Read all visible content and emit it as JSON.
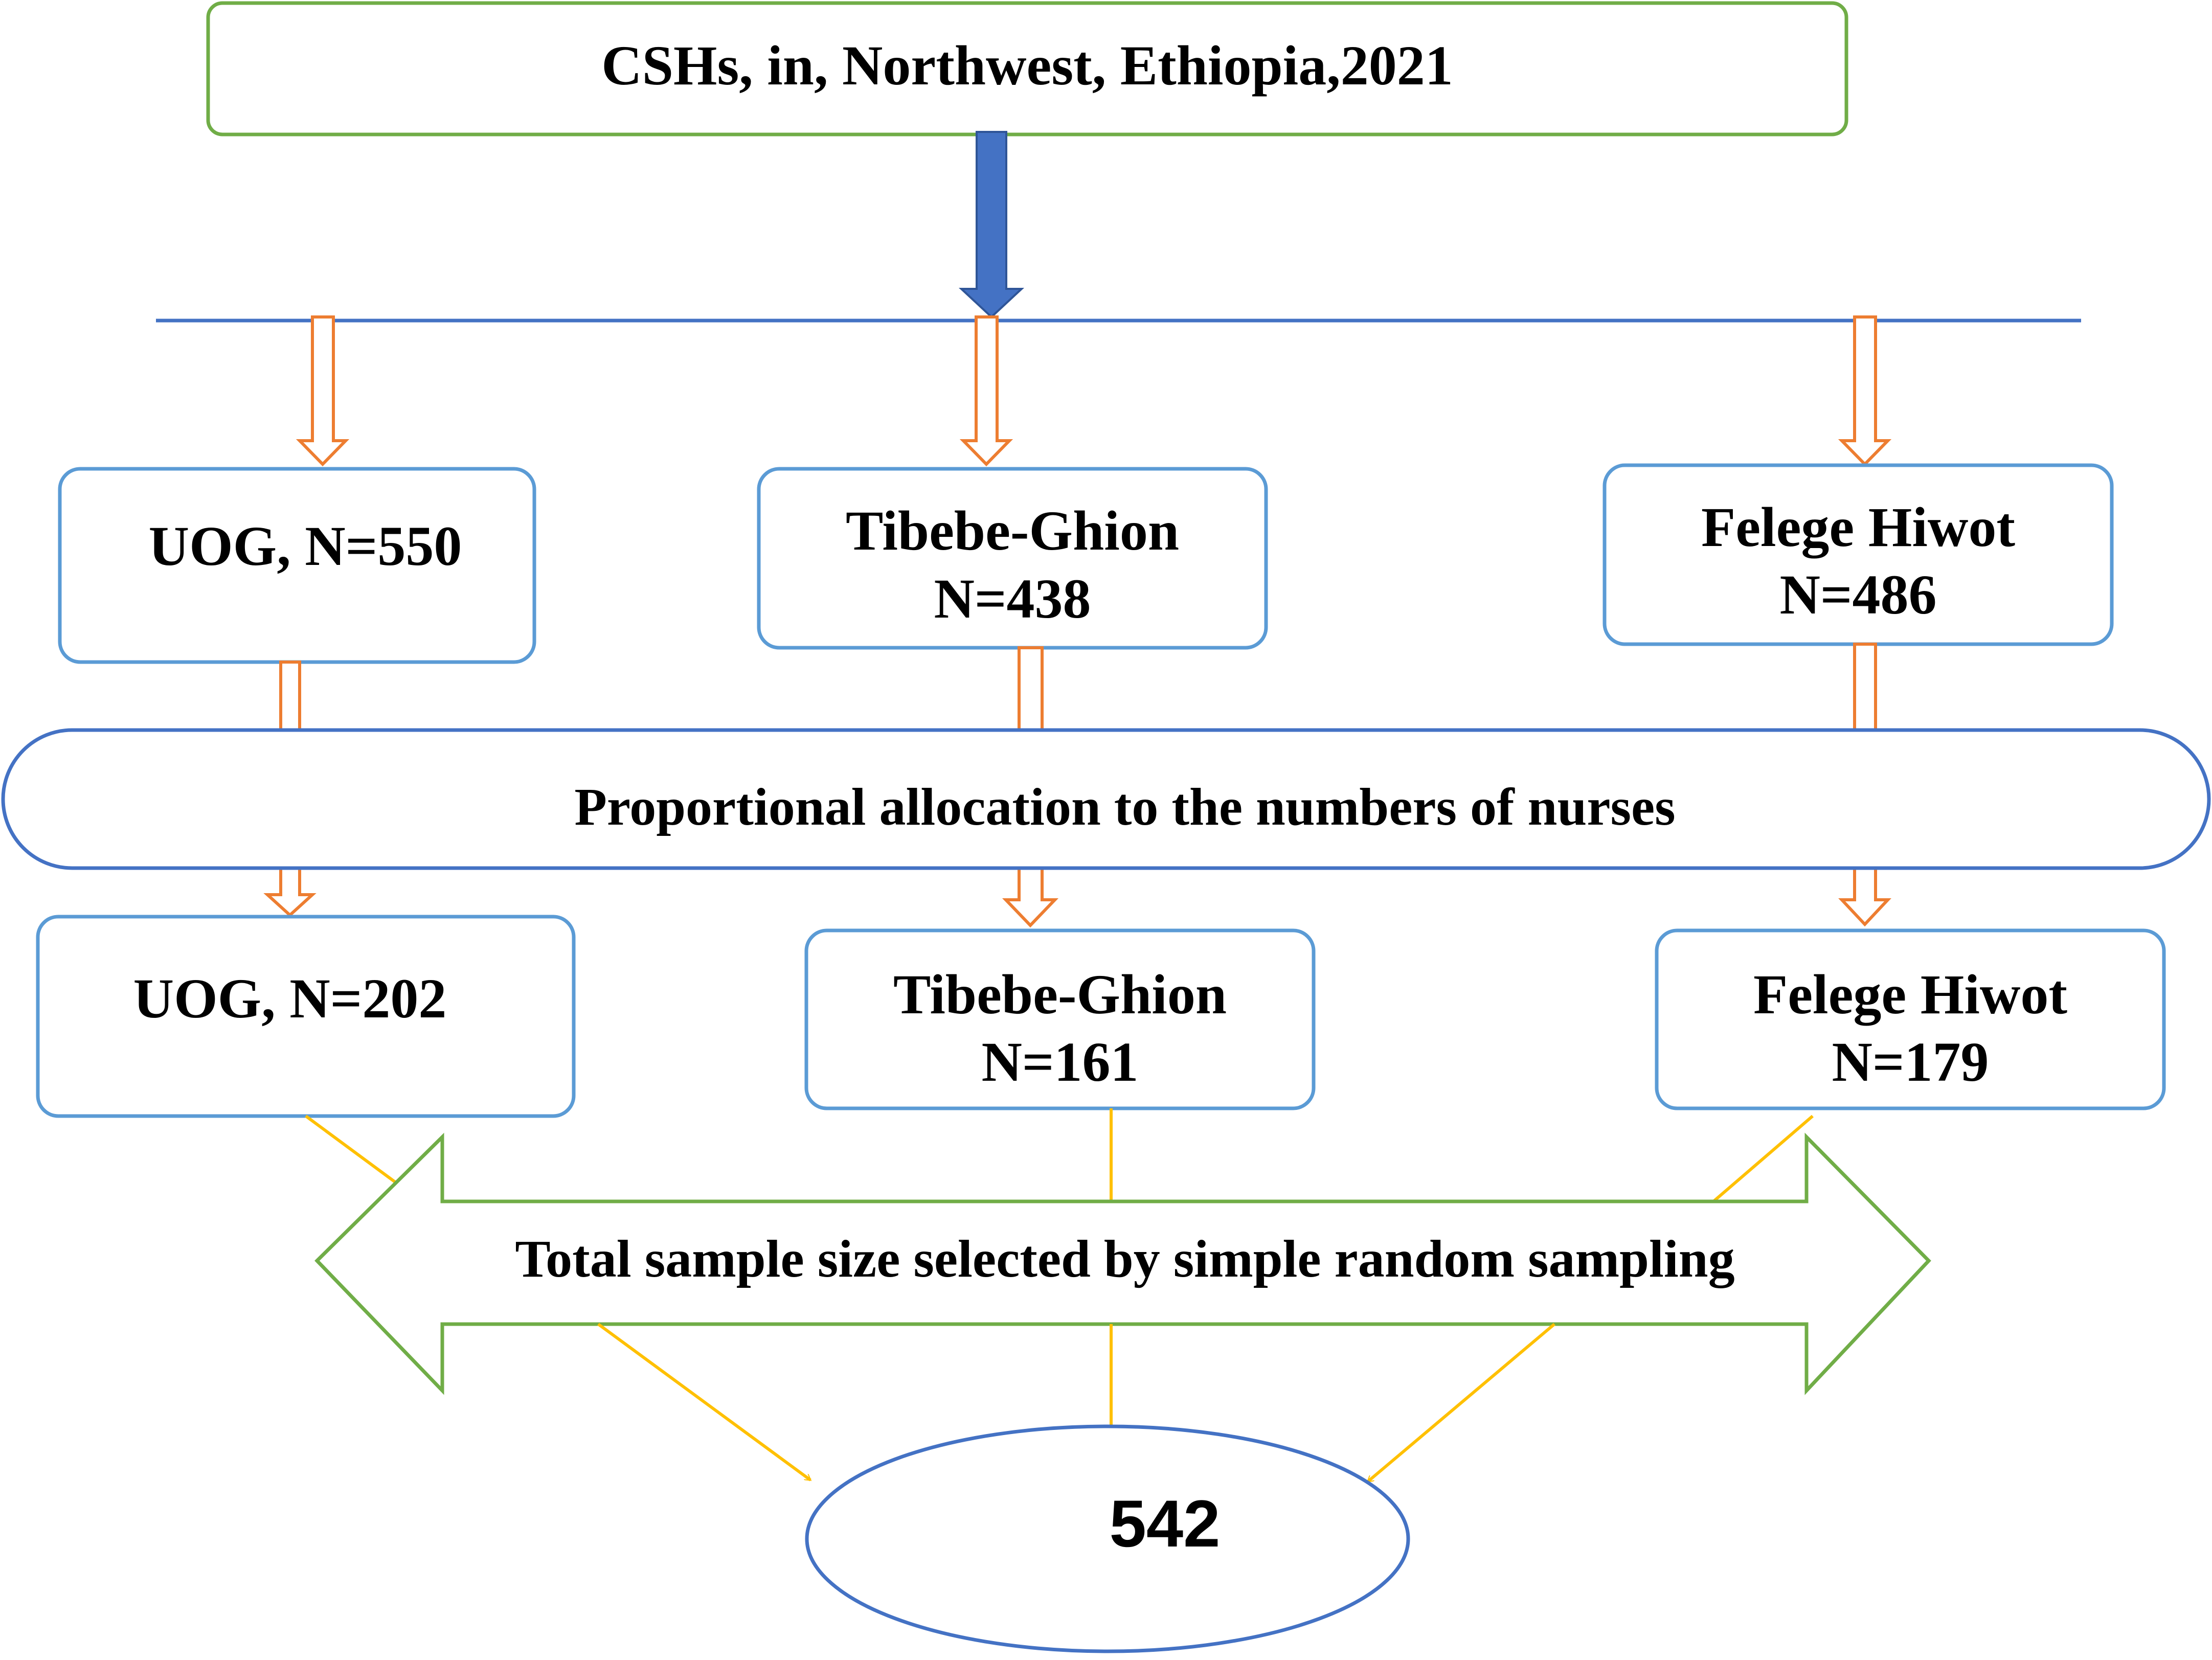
{
  "title_box": {
    "text": "CSHs, in, Northwest, Ethiopia,2021"
  },
  "hospitals": [
    {
      "name": "UOG, N=550",
      "line2": ""
    },
    {
      "name": "Tibebe-Ghion",
      "line2": "N=438"
    },
    {
      "name": "Felege Hiwot",
      "line2": "N=486"
    }
  ],
  "allocation": {
    "text": "Proportional allocation to the numbers of nurses"
  },
  "samples": [
    {
      "name": "UOG, N=202",
      "line2": ""
    },
    {
      "name": "Tibebe-Ghion",
      "line2": "N=161"
    },
    {
      "name": "Felege Hiwot",
      "line2": "N=179"
    }
  ],
  "total_arrow": {
    "text": "Total sample size selected by simple random sampling"
  },
  "total": {
    "value": "542"
  },
  "colors": {
    "green_border": "#70ad47",
    "blue_border": "#5b9bd5",
    "dark_blue_border": "#4472c4",
    "orange_arrow": "#ed7d31",
    "yellow_line": "#ffc000",
    "main_arrow_fill": "#4472c4"
  }
}
